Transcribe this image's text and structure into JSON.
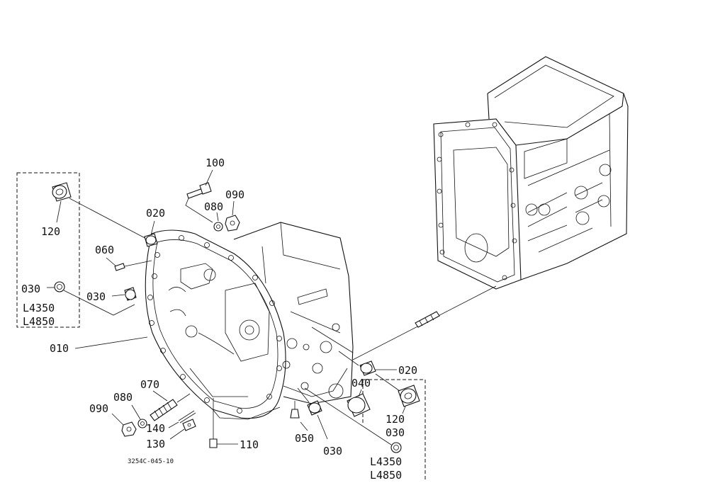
{
  "labels": {
    "p100": "100",
    "p090_top": "090",
    "p080_top": "080",
    "p020_left": "020",
    "p060": "060",
    "p120_left": "120",
    "p030_box_left": "030",
    "p030_mid_left": "030",
    "p010": "010",
    "p070": "070",
    "p080_bot": "080",
    "p090_bot": "090",
    "p140": "140",
    "p130": "130",
    "p110": "110",
    "p050": "050",
    "p030_bot": "030",
    "p040": "040",
    "p020_right": "020",
    "p120_right": "120",
    "p030_box_right": "030"
  },
  "boxes": {
    "left_model_1": "L4350",
    "left_model_2": "L4850",
    "right_model_1": "L4350",
    "right_model_2": "L4850"
  },
  "drawing_code": "3254C-045-10"
}
